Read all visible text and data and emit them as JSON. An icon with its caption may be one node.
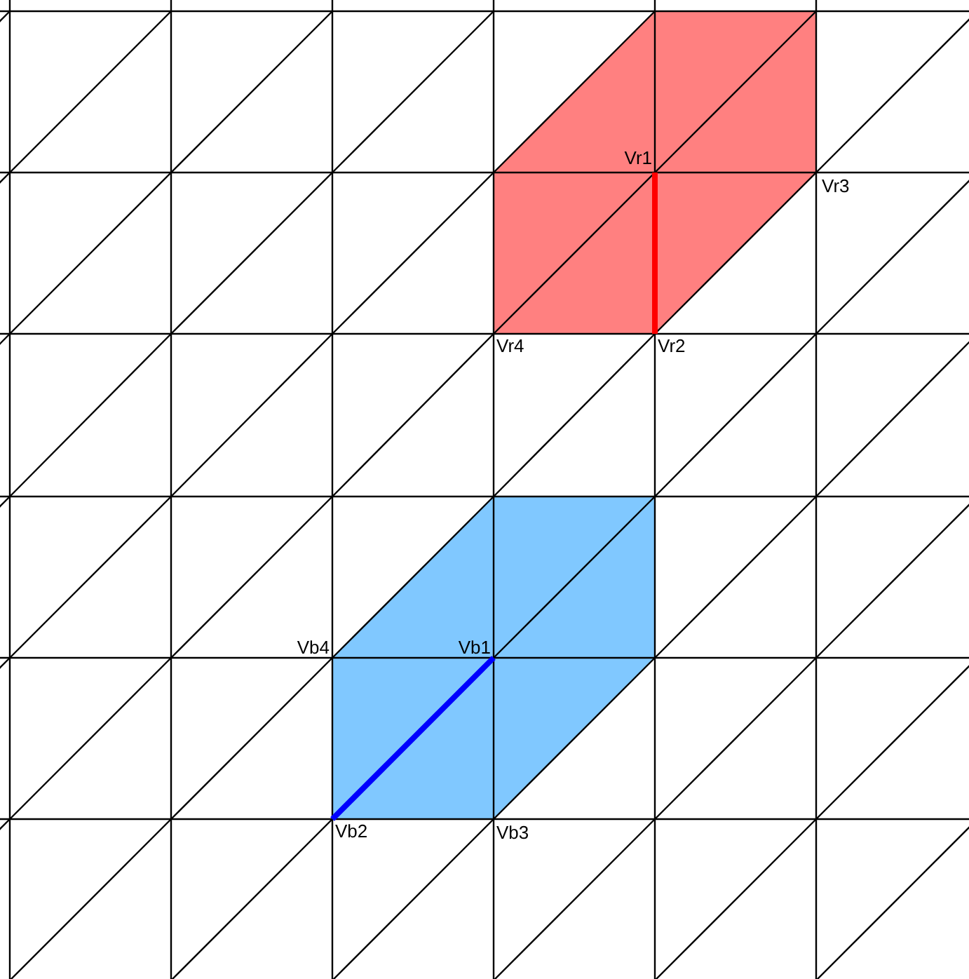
{
  "diagram": {
    "labels": [
      "Vr1",
      "Vr3",
      "Vr4",
      "Vr2",
      "Vb4",
      "Vb1",
      "Vb2",
      "Vb3"
    ]
  }
}
